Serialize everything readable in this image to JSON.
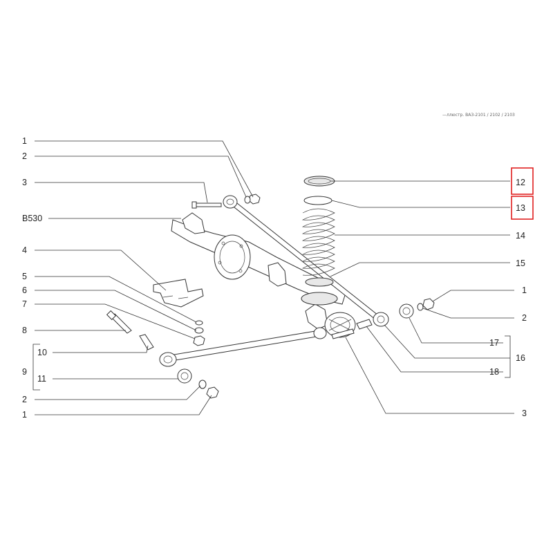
{
  "header_note": "—ллюстр. ВАЗ-2101 / 2102 / 2103",
  "highlight_color": "#e02020",
  "callouts_left": [
    {
      "id": "l-1-top",
      "text": "1"
    },
    {
      "id": "l-2-top",
      "text": "2"
    },
    {
      "id": "l-3-top",
      "text": "3"
    },
    {
      "id": "l-b530",
      "text": "B530"
    },
    {
      "id": "l-4",
      "text": "4"
    },
    {
      "id": "l-5",
      "text": "5"
    },
    {
      "id": "l-6",
      "text": "6"
    },
    {
      "id": "l-7",
      "text": "7"
    },
    {
      "id": "l-8",
      "text": "8"
    },
    {
      "id": "l-10",
      "text": "10"
    },
    {
      "id": "l-9",
      "text": "9"
    },
    {
      "id": "l-11",
      "text": "11"
    },
    {
      "id": "l-2-bot",
      "text": "2"
    },
    {
      "id": "l-1-bot",
      "text": "1"
    }
  ],
  "callouts_right": [
    {
      "id": "r-12",
      "text": "12",
      "highlighted": true
    },
    {
      "id": "r-13",
      "text": "13",
      "highlighted": true
    },
    {
      "id": "r-14",
      "text": "14"
    },
    {
      "id": "r-15",
      "text": "15"
    },
    {
      "id": "r-1",
      "text": "1"
    },
    {
      "id": "r-2",
      "text": "2"
    },
    {
      "id": "r-17",
      "text": "17"
    },
    {
      "id": "r-16",
      "text": "16"
    },
    {
      "id": "r-18",
      "text": "18"
    },
    {
      "id": "r-3",
      "text": "3"
    }
  ]
}
